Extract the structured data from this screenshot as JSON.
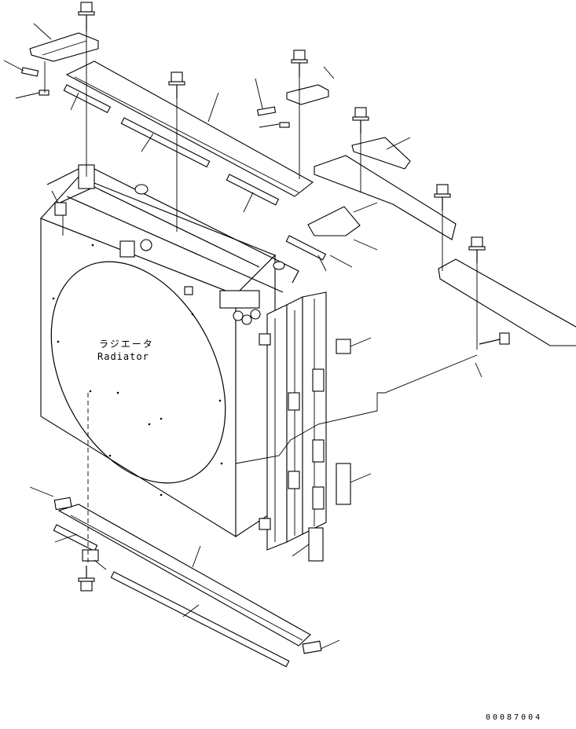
{
  "part": {
    "name_jp": "ラジエータ",
    "name_en": "Radiator"
  },
  "drawing_number": "00087004"
}
